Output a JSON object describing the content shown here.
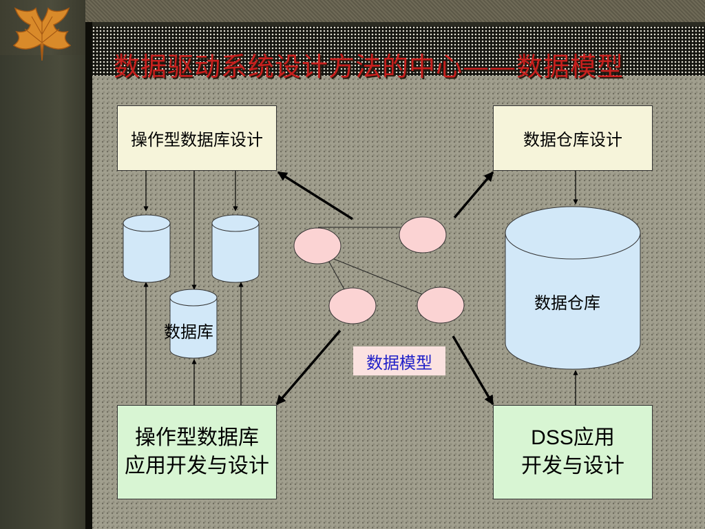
{
  "slide": {
    "title": "数据驱动系统设计方法的中心——数据模型"
  },
  "boxes": {
    "op_db_design": "操作型数据库设计",
    "dw_design": "数据仓库设计",
    "op_app_line1": "操作型数据库",
    "op_app_line2": "应用开发与设计",
    "dss_line1": "DSS应用",
    "dss_line2": "开发与设计"
  },
  "labels": {
    "database": "数据库",
    "data_warehouse": "数据仓库",
    "data_model": "数据模型"
  },
  "colors": {
    "title": "#c8201e",
    "beige_box": "#f6f4da",
    "green_box": "#d8f5d3",
    "cylinder": "#d2e8f8",
    "model_node": "#fbd3d3",
    "model_label_text": "#2020c8"
  },
  "icons": [
    "maple-leaf-icon"
  ]
}
